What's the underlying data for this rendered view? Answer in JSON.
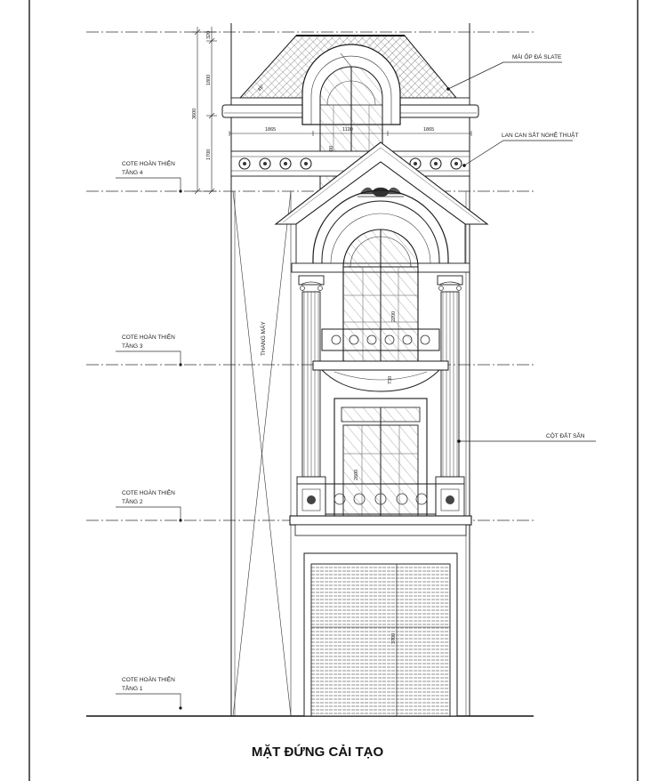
{
  "drawing": {
    "title": "MẶT ĐỨNG CẢI TẠO",
    "colors": {
      "line": "#1a1a1a",
      "hatch": "#444444",
      "paper": "#ffffff"
    },
    "levels": [
      {
        "label_1": "COTE HOÀN THIỆN",
        "label_2": "TẦNG 4"
      },
      {
        "label_1": "COTE HOÀN THIỆN",
        "label_2": "TẦNG 3"
      },
      {
        "label_1": "COTE HOÀN THIỆN",
        "label_2": "TẦNG 2"
      },
      {
        "label_1": "COTE HOÀN THIỆN",
        "label_2": "TẦNG 1"
      }
    ],
    "callouts": {
      "roof": "MÁI ỐP ĐÁ SLATE",
      "railing": "LAN CAN SẮT NGHỆ THUẬT",
      "column": "CỘT ĐẮT SẴN"
    },
    "elevator": "THANG MÁY",
    "dims": {
      "v_top": "320",
      "v_roof": "1800",
      "v_total": "3600",
      "v_lower": "1700",
      "w_left": "1865",
      "w_mid": "1120",
      "w_right": "1865",
      "h_top_window": "1800",
      "h_f3_window": "2200",
      "h_transom": "730",
      "h_f2_door": "2600",
      "h_garage": "3700",
      "roof_angle": "45°"
    }
  }
}
